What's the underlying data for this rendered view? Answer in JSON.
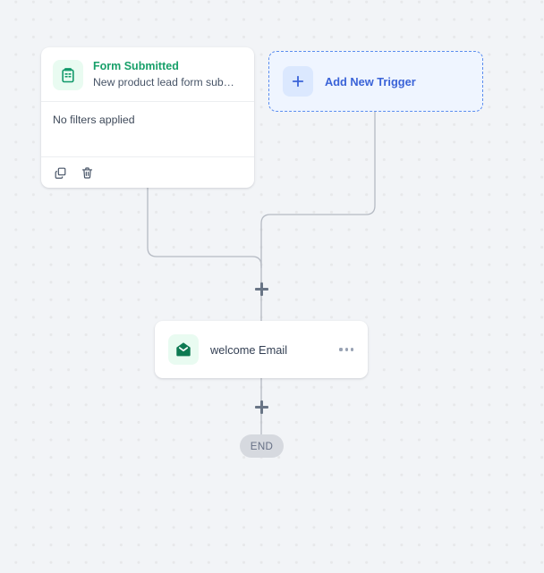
{
  "canvas": {
    "background_color": "#f2f4f7",
    "dot_color": "#e7e8ea",
    "connector_color": "#b5bac3"
  },
  "trigger_node": {
    "icon": "clipboard-icon",
    "icon_bg": "#e9fbf1",
    "icon_color": "#18a06a",
    "title": "Form Submitted",
    "title_color": "#18a06a",
    "subtitle": "New product lead form submi...",
    "filters_text": "No filters applied",
    "actions": [
      {
        "name": "duplicate-icon",
        "label": "Duplicate"
      },
      {
        "name": "delete-icon",
        "label": "Delete"
      }
    ]
  },
  "add_trigger": {
    "label": "Add New Trigger",
    "icon": "plus-icon",
    "border_color": "#5b8def",
    "fill_color": "#eff5ff",
    "text_color": "#3a63d8"
  },
  "action_node": {
    "icon": "envelope-icon",
    "icon_bg": "#e9fbf1",
    "icon_color": "#0d7a52",
    "label": "welcome Email",
    "menu_icon": "kebab-menu-icon"
  },
  "connector_handles": [
    {
      "name": "add-step-top",
      "label": "+"
    },
    {
      "name": "add-step-bottom",
      "label": "+"
    }
  ],
  "end_badge": {
    "label": "END",
    "bg_color": "#d6d9df",
    "text_color": "#667085"
  }
}
